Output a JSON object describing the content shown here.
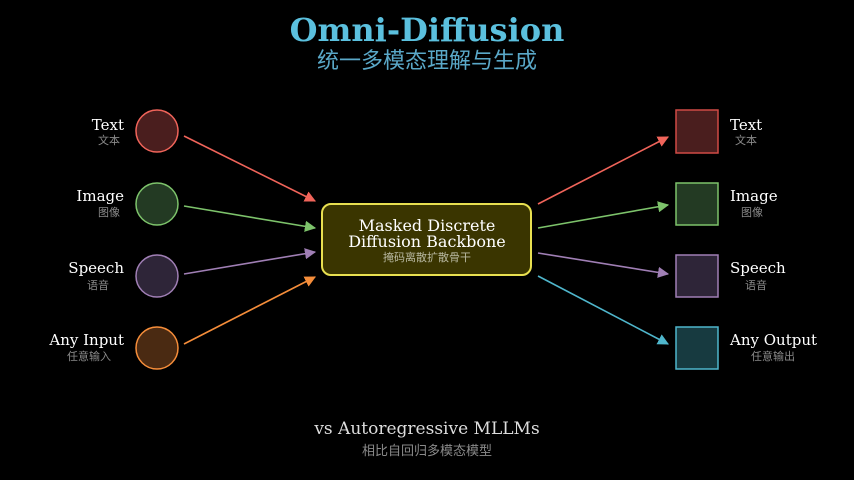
{
  "header": {
    "title": "Omni-Diffusion",
    "subtitle": "统一多模态理解与生成"
  },
  "inputs": [
    {
      "label": "Text",
      "label_cn": "文本",
      "stroke": "#f0645a",
      "fill": "#4a1e1e"
    },
    {
      "label": "Image",
      "label_cn": "图像",
      "stroke": "#7dc36b",
      "fill": "#233a23"
    },
    {
      "label": "Speech",
      "label_cn": "语音",
      "stroke": "#a07fb5",
      "fill": "#2e2538"
    },
    {
      "label": "Any Input",
      "label_cn": "任意输入",
      "stroke": "#f58d3a",
      "fill": "#4a2a12"
    }
  ],
  "center": {
    "line1": "Masked Discrete",
    "line2": "Diffusion Backbone",
    "label_cn": "掩码离散扩散骨干",
    "stroke": "#e8e050",
    "fill": "#3a3500"
  },
  "outputs": [
    {
      "label": "Text",
      "label_cn": "文本",
      "stroke": "#d04a45",
      "fill": "#4a1e1e"
    },
    {
      "label": "Image",
      "label_cn": "图像",
      "stroke": "#7dc36b",
      "fill": "#233a23"
    },
    {
      "label": "Speech",
      "label_cn": "语音",
      "stroke": "#a07fb5",
      "fill": "#2e2538"
    },
    {
      "label": "Any Output",
      "label_cn": "任意输出",
      "stroke": "#4fb6cc",
      "fill": "#173a40"
    }
  ],
  "footer": {
    "title": "vs Autoregressive MLLMs",
    "subtitle": "相比自回归多模态模型"
  }
}
